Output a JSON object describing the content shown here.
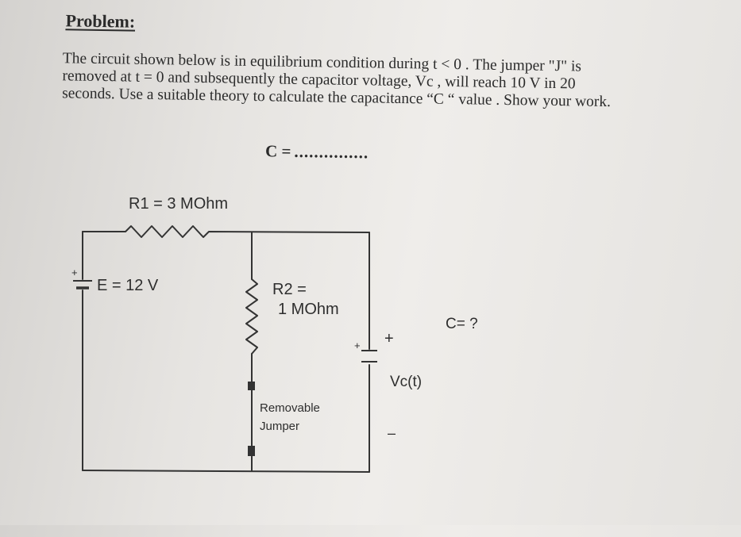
{
  "problem": {
    "heading": "Problem:",
    "lines": [
      "The circuit shown below is in equilibrium condition during t < 0 . The jumper \"J\" is",
      "removed at t = 0 and subsequently the capacitor voltage, Vc , will reach 10 V in 20",
      "seconds. Use a suitable theory to calculate the capacitance “C “ value . Show your work."
    ],
    "answer_label": "C =",
    "answer_blank": "..............."
  },
  "circuit": {
    "r1_label": "R1 = 3 MOhm",
    "source_label": "E = 12 V",
    "source_plus": "+",
    "r2_label_line1": "R2 =",
    "r2_label_line2": "1 MOhm",
    "jumper_label_line1": "Removable",
    "jumper_label_line2": "Jumper",
    "cap_plus": "+",
    "c_label": "C= ?",
    "vc_plus": "+",
    "vc_label": "Vc(t)",
    "vc_minus": "–"
  }
}
